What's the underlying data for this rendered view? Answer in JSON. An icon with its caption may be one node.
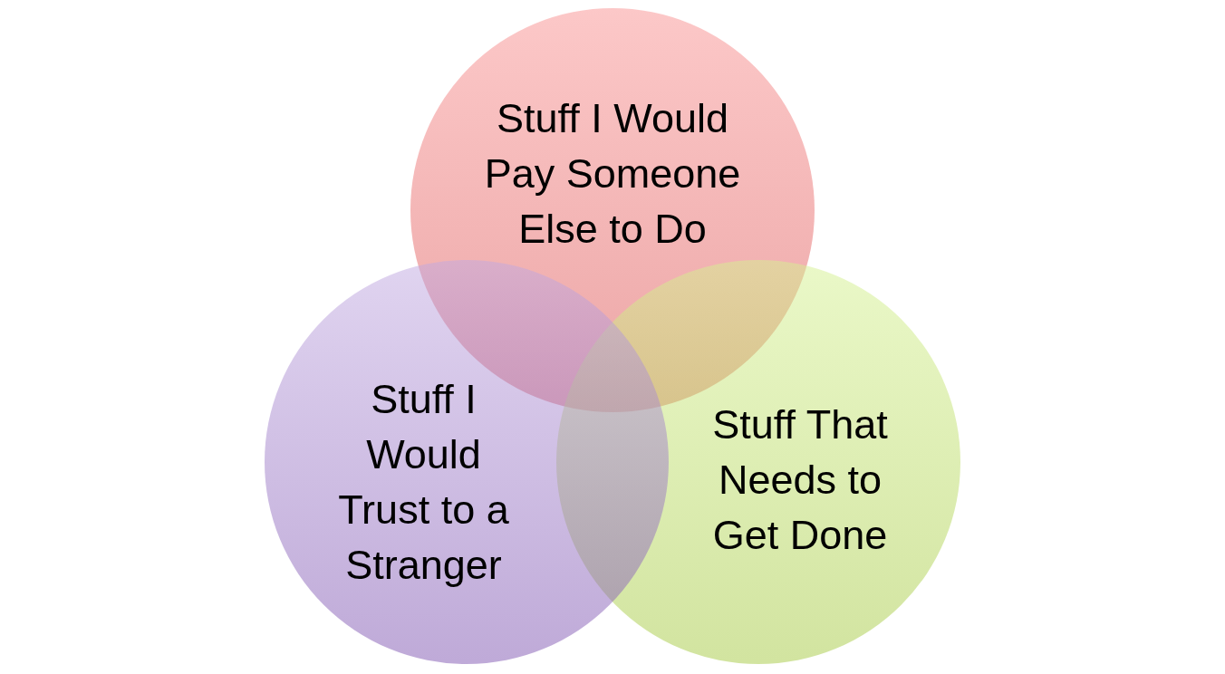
{
  "diagram": {
    "nodes": [
      {
        "text": [
          "Stuff I Would Pay Someone Else to Do"
        ]
      },
      {
        "text": [
          "Stuff I Would Trust to a Stranger"
        ]
      },
      {
        "text": [
          "Stuff That Needs to Get Done"
        ]
      }
    ],
    "edges": []
  }
}
